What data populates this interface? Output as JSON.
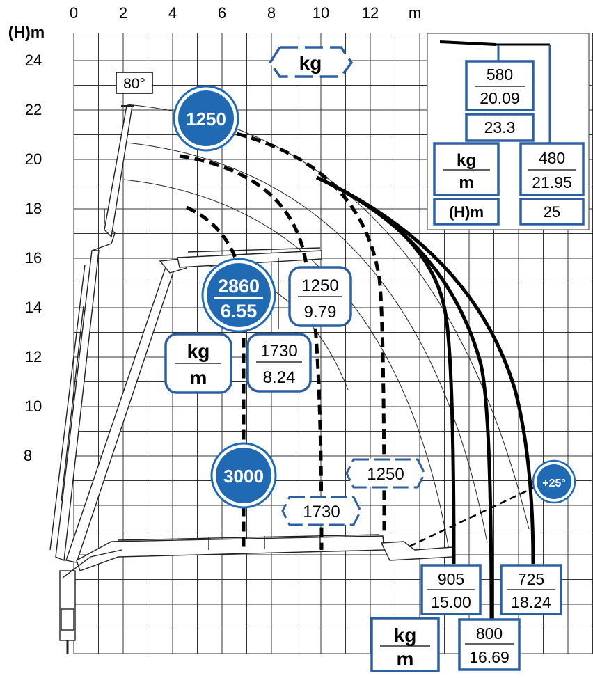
{
  "axes": {
    "x_ticks": [
      "0",
      "2",
      "4",
      "6",
      "8",
      "10",
      "12"
    ],
    "x_unit": "m",
    "y_ticks": [
      "24",
      "22",
      "20",
      "18",
      "16",
      "14",
      "12",
      "10",
      "8"
    ],
    "y_unit": "(H)m"
  },
  "angle_tag": "80°",
  "legend_kg": "kg",
  "legend": {
    "top_load": "580",
    "top_reach": "20.09",
    "top_height": "23.3",
    "side_load": "480",
    "side_reach": "21.95",
    "side_height": "25",
    "kg": "kg",
    "m": "m",
    "hm": "(H)m"
  },
  "badges": {
    "b1250": "1250",
    "b2860_kg": "2860",
    "b2860_m": "6.55",
    "b3000": "3000",
    "plus25": "+25°"
  },
  "boxes": {
    "c1250_kg": "1250",
    "c1250_m": "9.79",
    "c1730_kg": "1730",
    "c1730_m": "8.24",
    "kgm_kg": "kg",
    "kgm_m": "m",
    "hex1250": "1250",
    "hex1730": "1730",
    "r905_kg": "905",
    "r905_m": "15.00",
    "r725_kg": "725",
    "r725_m": "18.24",
    "r800_kg": "800",
    "r800_m": "16.69",
    "bottom_kg": "kg",
    "bottom_m": "m"
  },
  "colors": {
    "blue": "#1f6ab3",
    "frame": "#2d5fa3",
    "grid": "#333333"
  }
}
